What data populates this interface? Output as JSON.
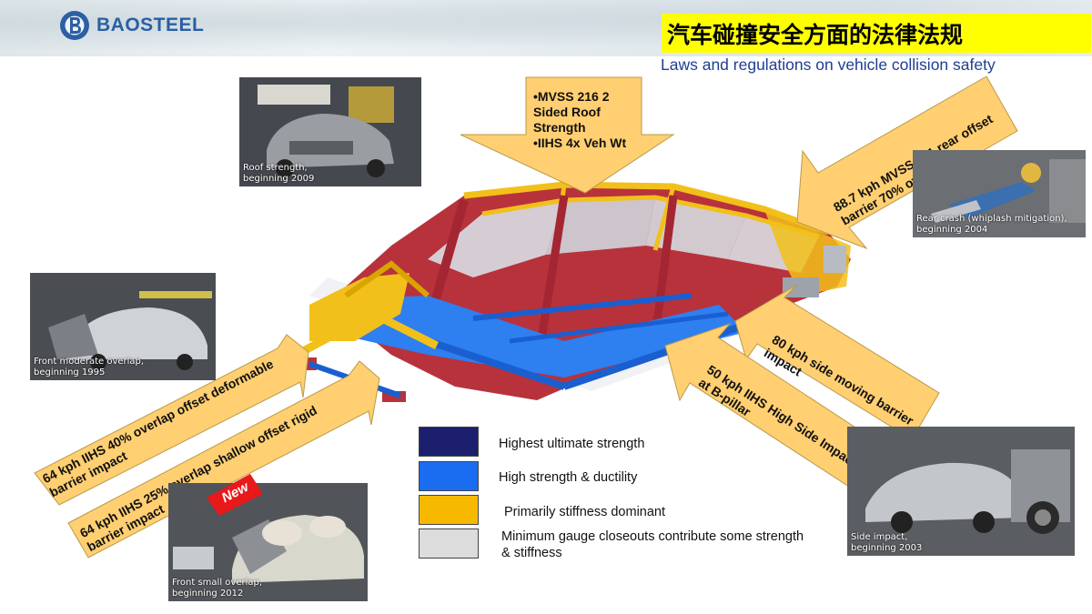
{
  "header": {
    "logo_text": "BAOSTEEL",
    "title_cn": "汽车碰撞安全方面的法律法规",
    "title_en": "Laws and regulations on vehicle collision safety"
  },
  "photos": {
    "roof": {
      "caption": "Roof strength,\nbeginning 2009"
    },
    "rear": {
      "caption": "Rear crash (whiplash mitigation),\nbeginning 2004"
    },
    "front_moderate": {
      "caption": "Front moderate overlap,\nbeginning 1995"
    },
    "front_small": {
      "caption": "Front small overlap,\nbeginning 2012"
    },
    "side": {
      "caption": "Side impact,\nbeginning 2003"
    }
  },
  "badge": {
    "new_label": "New"
  },
  "arrows": {
    "roof": {
      "line1": "•MVSS  216 2",
      "line2": "Sided Roof",
      "line3": "Strength",
      "line4": "•IIHS 4x Veh Wt"
    },
    "rear": {
      "line1": "88.7 kph MVSS 301 rear offset",
      "line2": "barrier 70% overlap"
    },
    "side_barrier": {
      "line1": "80 kph side moving barrier",
      "line2": "impact"
    },
    "side_bpillar": {
      "line1": "50 kph IIHS High Side Impact",
      "line2": "at B-pillar"
    },
    "front_40": {
      "line1": "64 kph IIHS 40% overlap offset deformable",
      "line2": "barrier impact"
    },
    "front_25": {
      "line1": "64 kph IIHS 25% overlap shallow offset rigid",
      "line2": "barrier impact"
    }
  },
  "legend": {
    "items": [
      {
        "label": "Highest ultimate strength",
        "color": "#1b1f6e"
      },
      {
        "label": "High strength & ductility",
        "color": "#1a6cf0"
      },
      {
        "label": "Primarily stiffness dominant",
        "color": "#f7b900"
      },
      {
        "label": "Minimum gauge closeouts contribute some strength\n& stiffness",
        "color": "#dcdcdc"
      }
    ]
  },
  "colors": {
    "arrow_fill": "#ffcf72",
    "title_highlight": "#ffff00",
    "body_red": "#b8323c",
    "body_blue": "#2e7ff0",
    "body_yellow": "#f2c01a"
  }
}
